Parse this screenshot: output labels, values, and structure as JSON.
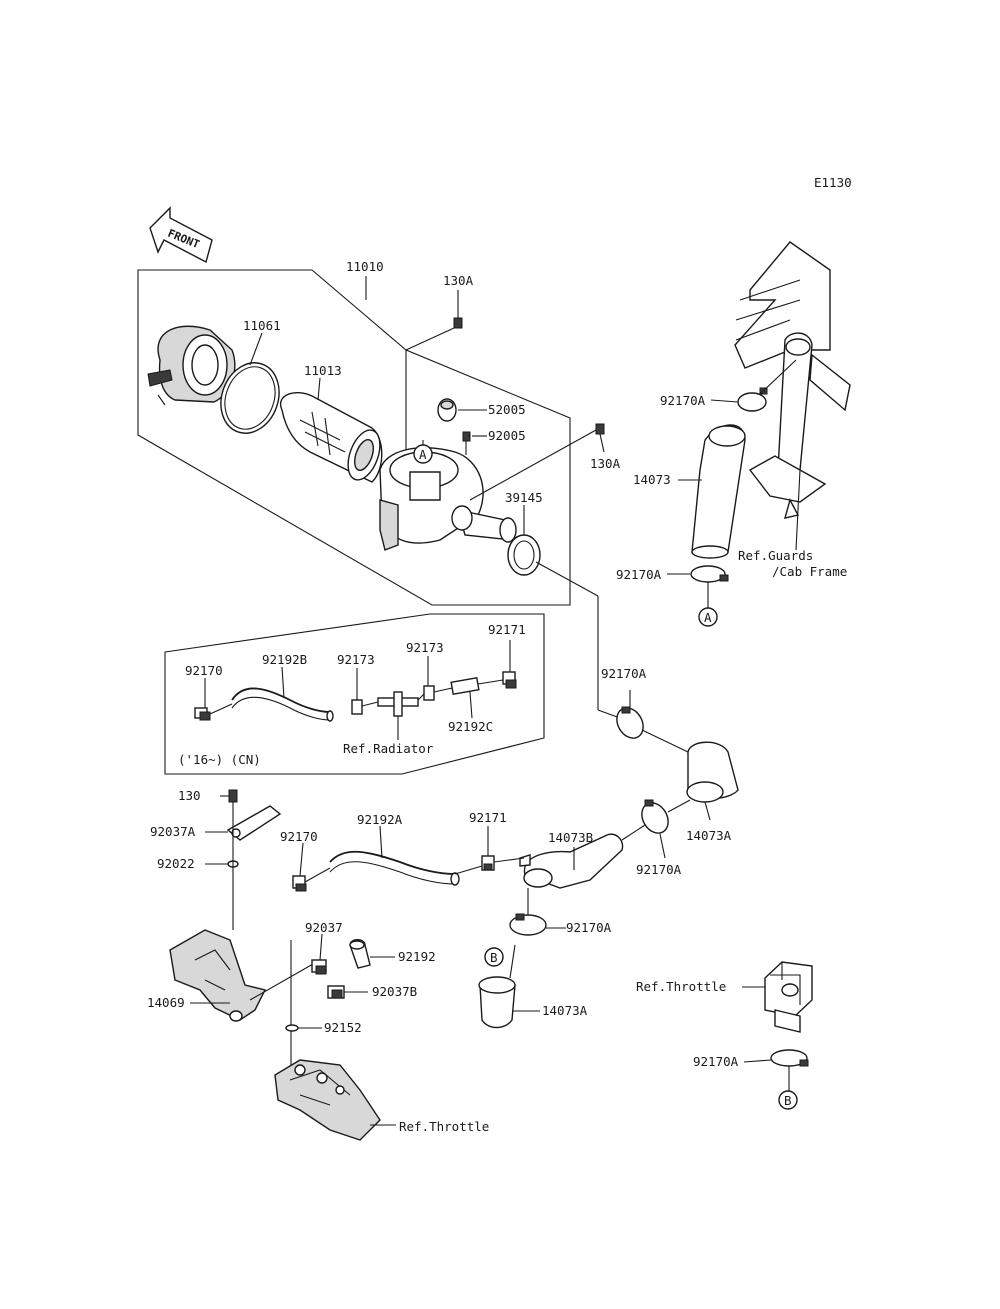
{
  "page_code": "E1130",
  "front_label": "FRONT",
  "callouts": {
    "p11010": "11010",
    "p130A_top": "130A",
    "p11061": "11061",
    "p11013": "11013",
    "p52005": "52005",
    "p92005": "92005",
    "p130A_right": "130A",
    "p39145": "39145",
    "p92170A_1": "92170A",
    "p14073": "14073",
    "p92170A_2": "92170A",
    "p92170A_3": "92170A",
    "p14073A_1": "14073A",
    "p92170A_4": "92170A",
    "p14073B": "14073B",
    "p92171_1": "92171",
    "p92192A": "92192A",
    "p92170_1": "92170",
    "p130": "130",
    "p92037A": "92037A",
    "p92022": "92022",
    "p92037": "92037",
    "p92192": "92192",
    "p92037B": "92037B",
    "p14069": "14069",
    "p92152": "92152",
    "p92170A_5": "92170A",
    "p14073A_2": "14073A",
    "p92170A_6": "92170A",
    "p92171_2": "92171",
    "p92173_1": "92173",
    "p92173_2": "92173",
    "p92192B": "92192B",
    "p92170_2": "92170",
    "p92192C": "92192C"
  },
  "references": {
    "guards_line1": "Ref.Guards",
    "guards_line2": "/Cab Frame",
    "radiator": "Ref.Radiator",
    "throttle_right": "Ref.Throttle",
    "throttle_bottom": "Ref.Throttle"
  },
  "inset_note": "('16~) (CN)",
  "markers": {
    "a1": "A",
    "a2": "A",
    "b1": "B",
    "b2": "B"
  }
}
